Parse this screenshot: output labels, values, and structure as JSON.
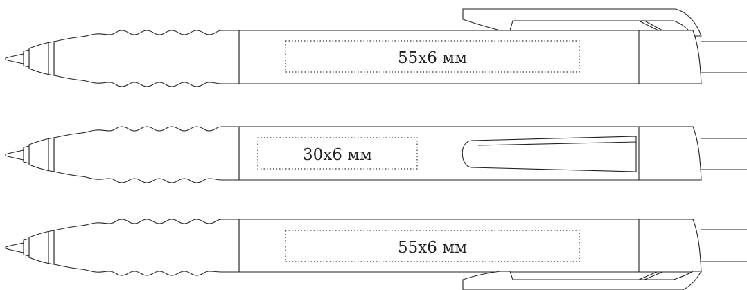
{
  "views": [
    {
      "name": "pen-view-top",
      "print_label": "55x6 мм"
    },
    {
      "name": "pen-view-middle",
      "print_label": "30x6 мм"
    },
    {
      "name": "pen-view-bottom",
      "print_label": "55x6 мм"
    }
  ]
}
